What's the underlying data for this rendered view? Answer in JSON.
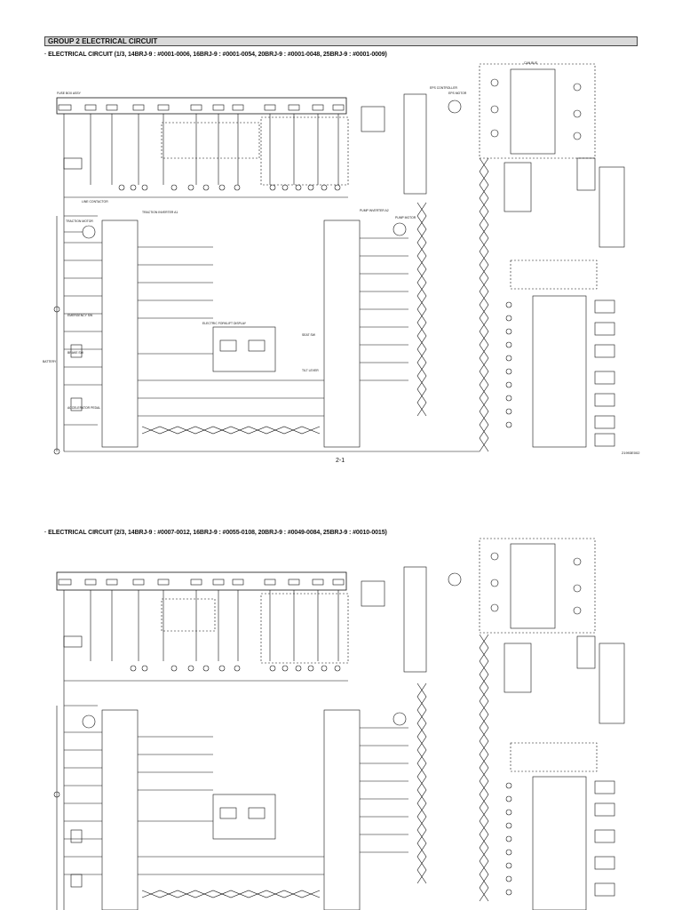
{
  "header": {
    "group_title": "GROUP 2 ELECTRICAL CIRCUIT"
  },
  "sections": [
    {
      "title": "· ELECTRICAL CIRCUIT (1/3, 14BRJ-9 : #0001-0006, 16BRJ-9 : #0001-0054, 20BRJ-9 : #0001-0048, 25BRJ-9 : #0001-0009)",
      "page_number": "2-1",
      "drawing_code": "21993E002"
    },
    {
      "title": "· ELECTRICAL CIRCUIT (2/3, 14BRJ-9 : #0007-0012, 16BRJ-9 : #0055-0108, 20BRJ-9 : #0049-0084, 25BRJ-9 : #0010-0015)"
    }
  ],
  "diagram_labels": {
    "fuse_box": "FUSE BOX ASSY",
    "line_contactor": "LINE CONTACTOR",
    "traction_motor": "TRACTION MOTOR",
    "traction_inverter": "TRACTION INVERTER A1",
    "pump_inverter": "PUMP INVERTER A2",
    "pump_motor": "PUMP MOTOR",
    "eps_controller": "EPS CONTROLLER",
    "eps_motor": "EPS MOTOR",
    "display": "ELECTRIC FORKLIFT DISPLAY",
    "battery": "BATTERY",
    "emergency_sw": "EMERGENCY SW",
    "accelerator": "ACCELERATOR PEDAL",
    "brake_sw": "BRAKE SW",
    "seat_sw": "SEAT SW",
    "tilt_lever": "TILT LEVER",
    "camera": "CAN BUS"
  }
}
